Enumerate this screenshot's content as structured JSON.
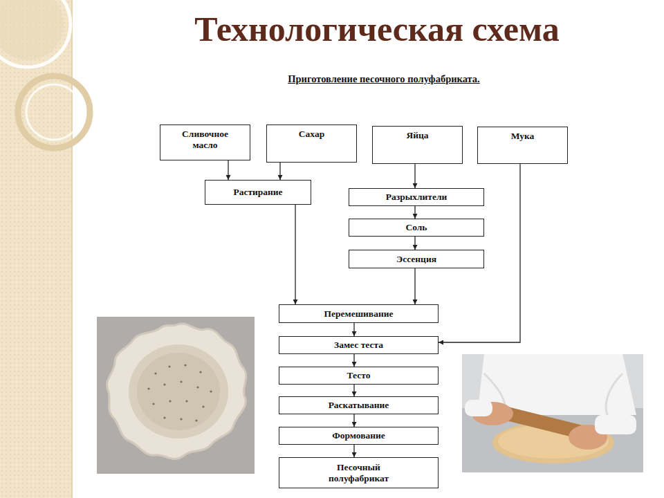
{
  "diagram": {
    "title": "Технологическая схема",
    "nodes": [
      {
        "text": [
          "Сливочное масло"
        ]
      },
      {
        "text": [
          "Сахар"
        ]
      },
      {
        "text": [
          "Яйца"
        ]
      },
      {
        "text": [
          "Мука"
        ]
      },
      {
        "text": [
          "Растирание"
        ]
      },
      {
        "text": [
          "Разрыхлители"
        ]
      },
      {
        "text": [
          "Соль"
        ]
      },
      {
        "text": [
          "Эссенция"
        ]
      },
      {
        "text": [
          "Перемешивание"
        ]
      },
      {
        "text": [
          "Замес теста"
        ]
      },
      {
        "text": [
          "Тесто"
        ]
      },
      {
        "text": [
          "Раскатывание"
        ]
      },
      {
        "text": [
          "Формование"
        ]
      },
      {
        "text": [
          "Песочный полуфабрикат"
        ]
      }
    ],
    "edges": [
      {
        "from": 0,
        "to": 4,
        "arrow": "to"
      },
      {
        "from": 1,
        "to": 4,
        "arrow": "to"
      },
      {
        "from": 2,
        "to": 5,
        "arrow": "to"
      },
      {
        "from": 5,
        "to": 6,
        "arrow": "to"
      },
      {
        "from": 6,
        "to": 7,
        "arrow": "to"
      },
      {
        "from": 4,
        "to": 8,
        "arrow": "to"
      },
      {
        "from": 7,
        "to": 8,
        "arrow": "to"
      },
      {
        "from": 3,
        "to": 9,
        "arrow": "to"
      },
      {
        "from": 8,
        "to": 9,
        "arrow": "to"
      },
      {
        "from": 9,
        "to": 10,
        "arrow": "to"
      },
      {
        "from": 10,
        "to": 11,
        "arrow": "to"
      },
      {
        "from": 11,
        "to": 12,
        "arrow": "to"
      },
      {
        "from": 12,
        "to": 13,
        "arrow": "to"
      }
    ],
    "labels": [
      "Приготовление песочного полуфабриката."
    ]
  }
}
